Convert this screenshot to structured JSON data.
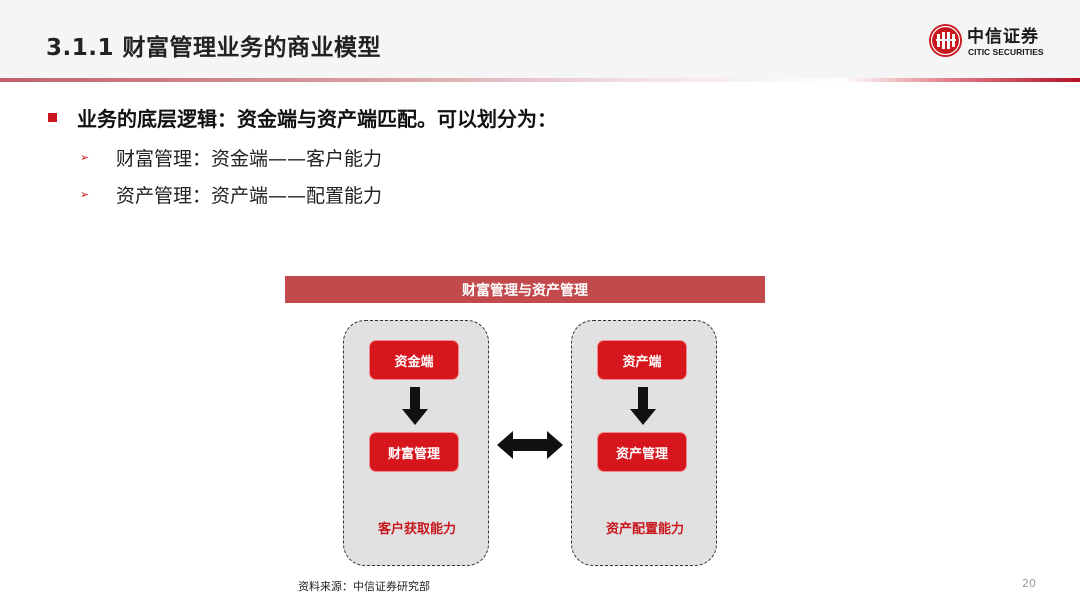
{
  "header": {
    "title": "3.1.1 财富管理业务的商业模型",
    "logo": {
      "icon": "citic-logo-icon",
      "name_cn": "中信证券",
      "name_en": "CITIC SECURITIES",
      "brand_color": "#c8161d"
    }
  },
  "content": {
    "main_bullet": "业务的底层逻辑：资金端与资产端匹配。可以划分为：",
    "sub_bullets": [
      {
        "icon": "arrow-bullet-icon",
        "label": "财富管理：资金端——客户能力"
      },
      {
        "icon": "arrow-bullet-icon",
        "label": "资产管理：资产端——配置能力"
      }
    ]
  },
  "diagram": {
    "title": "财富管理与资产管理",
    "title_bg_color": "#c24a4c",
    "panels": [
      {
        "top_box": "资金端",
        "bottom_box": "财富管理",
        "capability": "客户获取能力"
      },
      {
        "top_box": "资产端",
        "bottom_box": "资产管理",
        "capability": "资产配置能力"
      }
    ],
    "box_color": "#d6151d",
    "panel_color": "#e1e1e1",
    "connector": "double-arrow-icon"
  },
  "footer": {
    "source": "资料来源：中信证券研究部",
    "page_number": "20"
  }
}
